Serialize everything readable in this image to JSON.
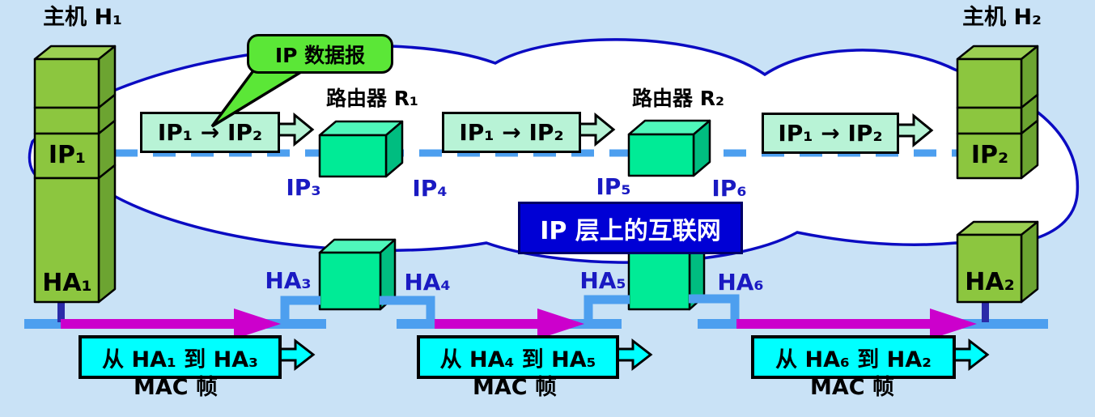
{
  "colors": {
    "background": "#C9E2F6",
    "cloud_fill": "#FFFFFF",
    "cloud_border": "#0B0BC2",
    "host_front": "#8CC63F",
    "host_side": "#6CA431",
    "host_top": "#9BCF52",
    "router_front": "#00EB96",
    "router_top": "#4FF7BB",
    "router_side": "#00BD80",
    "ip_packet_fill": "#B8F3D6",
    "callout_fill": "#5BE737",
    "internet_box_fill": "#0000D5",
    "mac_box_fill": "#00FFFF",
    "lan_bus": "#4D9FEF",
    "mac_arrow": "#CC00CC",
    "host_link": "#2B2BA8",
    "dashed_line": "#4D9FEF",
    "label_blue": "#1A1AC2"
  },
  "hosts": {
    "h1": {
      "title": "主机 H₁",
      "ip_label": "IP₁",
      "ha_label": "HA₁"
    },
    "h2": {
      "title": "主机 H₂",
      "ip_label": "IP₂",
      "ha_label": "HA₂"
    }
  },
  "routers": {
    "r1": {
      "title": "路由器 R₁",
      "ip_left": "IP₃",
      "ip_right": "IP₄",
      "ha_left": "HA₃",
      "ha_right": "HA₄"
    },
    "r2": {
      "title": "路由器 R₂",
      "ip_left": "IP₅",
      "ip_right": "IP₆",
      "ha_left": "HA₅",
      "ha_right": "HA₆"
    }
  },
  "callout": {
    "label": "IP 数据报"
  },
  "internet_label": "IP 层上的互联网",
  "ip_packets": [
    "IP₁ → IP₂",
    "IP₁ → IP₂",
    "IP₁ → IP₂"
  ],
  "mac_frames": [
    {
      "label": "从 HA₁ 到 HA₃",
      "caption": "MAC 帧"
    },
    {
      "label": "从 HA₄ 到 HA₅",
      "caption": "MAC 帧"
    },
    {
      "label": "从 HA₆ 到 HA₂",
      "caption": "MAC 帧"
    }
  ]
}
